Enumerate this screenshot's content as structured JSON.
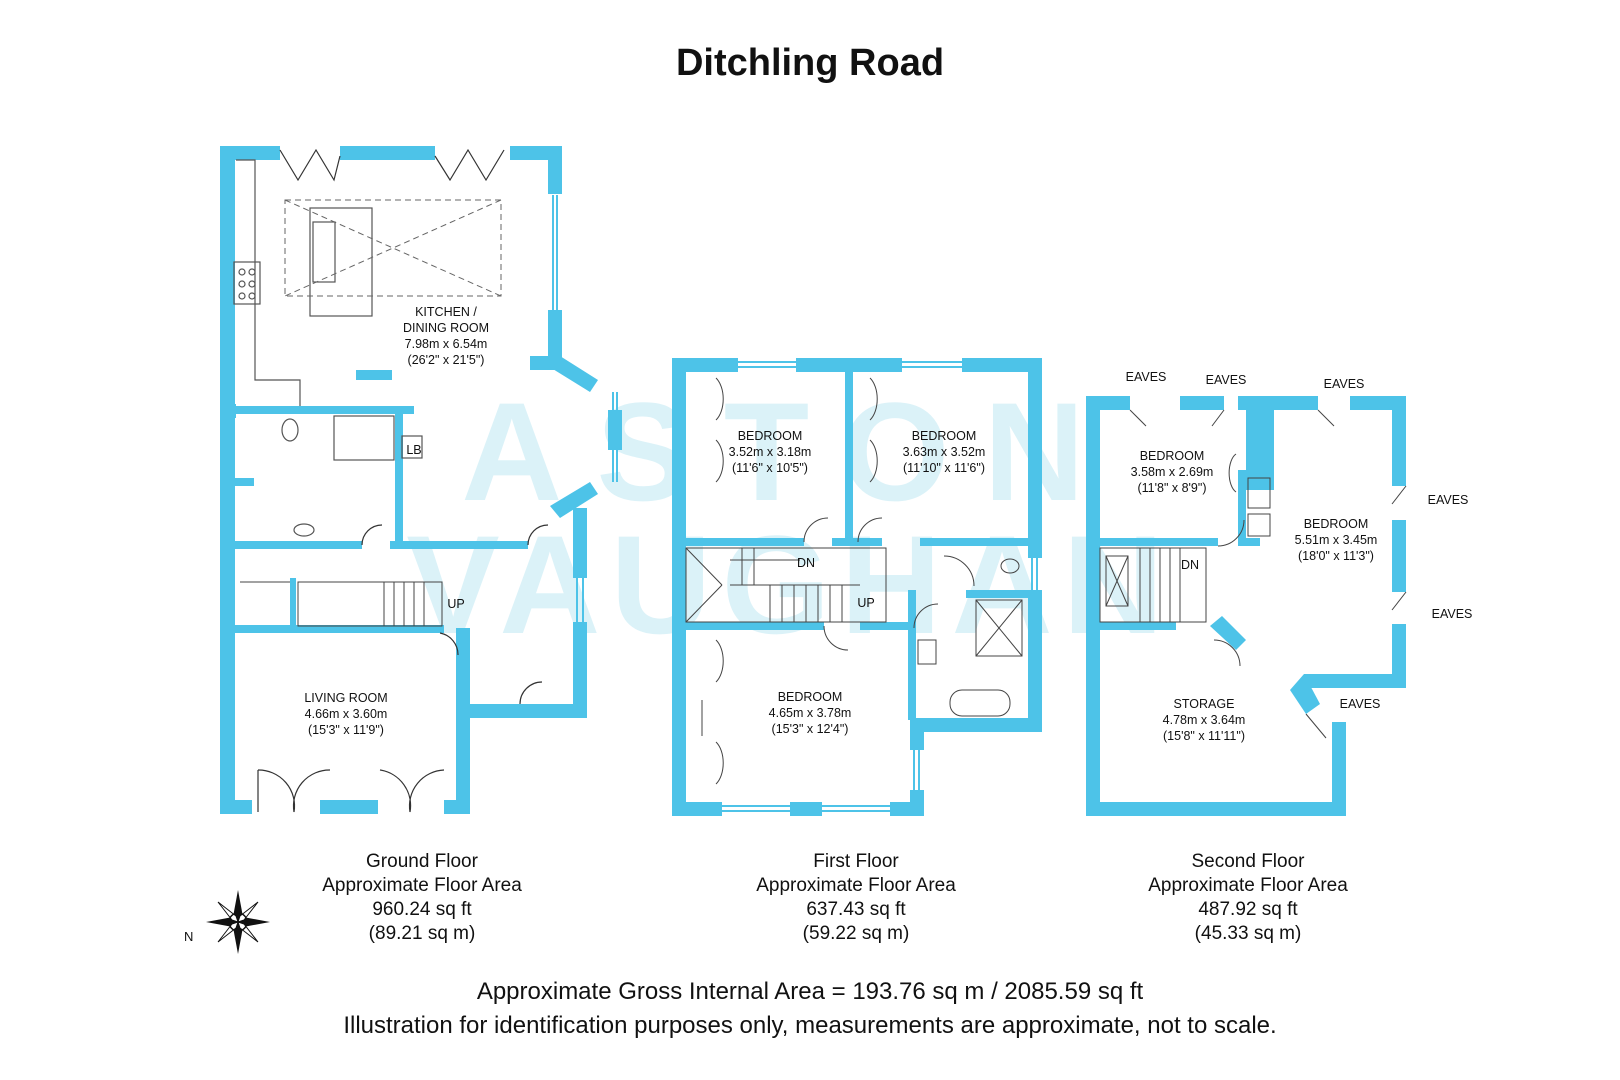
{
  "title": "Ditchling Road",
  "watermark": {
    "line1": "ASTON",
    "line2": "VAUGHAN"
  },
  "colors": {
    "wall": "#4dc3e8",
    "text": "#111111",
    "watermark": "#bfe8f3"
  },
  "ground_floor": {
    "rooms": {
      "kitchen": {
        "name1": "KITCHEN /",
        "name2": "DINING ROOM",
        "metric": "7.98m x 6.54m",
        "imperial": "(26'2\" x 21'5\")"
      },
      "living": {
        "name": "LIVING ROOM",
        "metric": "4.66m x 3.60m",
        "imperial": "(15'3\" x 11'9\")"
      }
    },
    "labels": {
      "lb": "LB",
      "stairs": "UP"
    },
    "caption": {
      "name": "Ground Floor",
      "area_label": "Approximate Floor Area",
      "sqft": "960.24 sq ft",
      "sqm": "(89.21 sq m)"
    }
  },
  "first_floor": {
    "rooms": {
      "bedroom_a": {
        "name": "BEDROOM",
        "metric": "3.52m x 3.18m",
        "imperial": "(11'6\" x 10'5\")"
      },
      "bedroom_b": {
        "name": "BEDROOM",
        "metric": "3.63m x 3.52m",
        "imperial": "(11'10\" x 11'6\")"
      },
      "bedroom_c": {
        "name": "BEDROOM",
        "metric": "4.65m x 3.78m",
        "imperial": "(15'3\" x 12'4\")"
      }
    },
    "labels": {
      "down": "DN",
      "up": "UP"
    },
    "caption": {
      "name": "First Floor",
      "area_label": "Approximate Floor Area",
      "sqft": "637.43 sq ft",
      "sqm": "(59.22 sq m)"
    }
  },
  "second_floor": {
    "rooms": {
      "bedroom_a": {
        "name": "BEDROOM",
        "metric": "3.58m x 2.69m",
        "imperial": "(11'8\" x 8'9\")"
      },
      "bedroom_b": {
        "name": "BEDROOM",
        "metric": "5.51m x 3.45m",
        "imperial": "(18'0\" x 11'3\")"
      },
      "storage": {
        "name": "STORAGE",
        "metric": "4.78m x 3.64m",
        "imperial": "(15'8\" x 11'11\")"
      }
    },
    "labels": {
      "down": "DN",
      "eaves": "EAVES"
    },
    "caption": {
      "name": "Second Floor",
      "area_label": "Approximate Floor Area",
      "sqft": "487.92 sq ft",
      "sqm": "(45.33 sq m)"
    }
  },
  "compass": {
    "north": "N"
  },
  "footer": {
    "gross": "Approximate Gross Internal Area = 193.76 sq m / 2085.59 sq ft",
    "disclaimer": "Illustration for identification purposes only, measurements are approximate, not to scale."
  }
}
